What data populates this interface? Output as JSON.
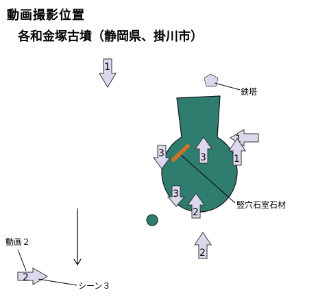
{
  "title": "動画撮影位置",
  "subtitle": "各和金塚古墳（静岡県、掛川市）",
  "labels": {
    "tower": "鉄塔",
    "stone_chamber": "竪穴石室石材",
    "video2": "動画２",
    "scene3": "シーン３"
  },
  "arrow_numbers": {
    "top": "1",
    "right_upper": "1",
    "right_side": "1",
    "center_up": "3",
    "left_down": "3",
    "bottom_down": "3",
    "bottom_up": "2",
    "below_up": "2",
    "video_right": "2"
  },
  "colors": {
    "mound": "#2e7d6f",
    "arrow_fill": "#dcd8ee",
    "chamber": "#c8752a",
    "tower": "#dcd8ee"
  }
}
